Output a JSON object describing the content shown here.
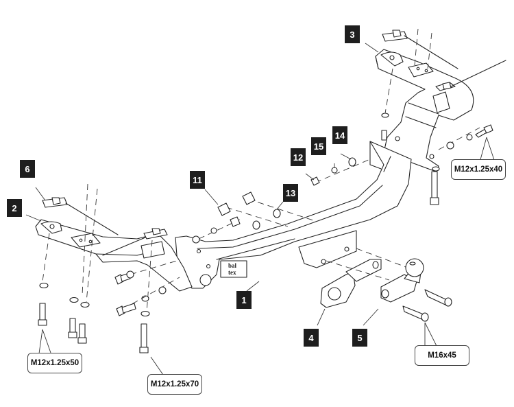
{
  "diagram": {
    "title": "Towbar exploded assembly diagram",
    "brand_logo": {
      "line1": "bal",
      "line2": "tex"
    },
    "part_labels": [
      {
        "id": "part-1",
        "number": "1",
        "part": "main crossbar"
      },
      {
        "id": "part-2",
        "number": "2",
        "part": "left mounting bracket"
      },
      {
        "id": "part-3",
        "number": "3",
        "part": "right mounting bracket"
      },
      {
        "id": "part-4",
        "number": "4",
        "part": "socket plate"
      },
      {
        "id": "part-5",
        "number": "5",
        "part": "tow ball neck"
      },
      {
        "id": "part-6",
        "number": "6",
        "part": "tapping plate"
      },
      {
        "id": "part-11",
        "number": "11",
        "part": "nut"
      },
      {
        "id": "part-12",
        "number": "12",
        "part": "nut"
      },
      {
        "id": "part-13",
        "number": "13",
        "part": "washer"
      },
      {
        "id": "part-14",
        "number": "14",
        "part": "washer"
      },
      {
        "id": "part-15",
        "number": "15",
        "part": "spring washer"
      }
    ],
    "bolt_callouts": [
      {
        "id": "bolt-m12x50",
        "text": "M12x1.25x50"
      },
      {
        "id": "bolt-m12x70",
        "text": "M12x1.25x70"
      },
      {
        "id": "bolt-m12x40",
        "text": "M12x1.25x40"
      },
      {
        "id": "bolt-m16x45",
        "text": "M16x45"
      }
    ]
  }
}
